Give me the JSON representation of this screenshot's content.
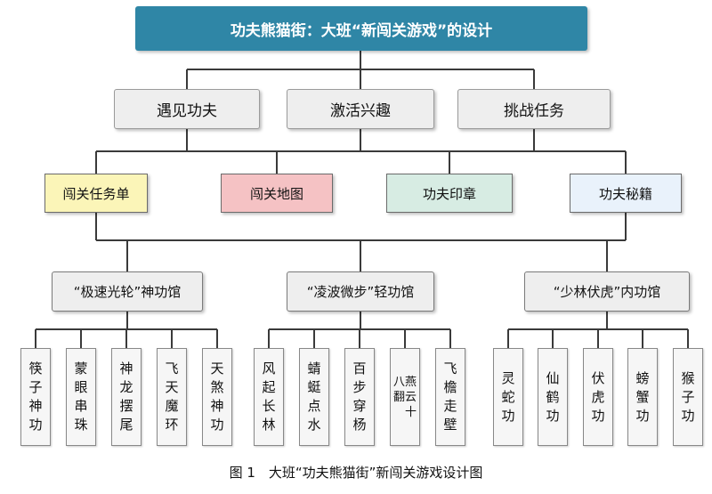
{
  "title": "功夫熊猫街：大班“新闯关游戏”的设计",
  "level1": [
    "遇见功夫",
    "激活兴趣",
    "挑战任务"
  ],
  "level2": [
    {
      "label": "闯关任务单",
      "color": "#fbf5b8"
    },
    {
      "label": "闯关地图",
      "color": "#f5c2c4"
    },
    {
      "label": "功夫印章",
      "color": "#d7ece3"
    },
    {
      "label": "功夫秘籍",
      "color": "#e9f2fb"
    }
  ],
  "level3": [
    "“极速光轮”神功馆",
    "“凌波微步”轻功馆",
    "“少林伏虎”内功馆"
  ],
  "groups": [
    [
      "筷子神功",
      "蒙眼串珠",
      "神龙摆尾",
      "飞天魔环",
      "天煞神功"
    ],
    [
      "风起长林",
      "蜻蜓点水",
      "百步穿杨",
      "燕云十八翻",
      "飞檐走壁"
    ],
    [
      "灵蛇功",
      "仙鹤功",
      "伏虎功",
      "螃蟹功",
      "猴子功"
    ]
  ],
  "caption": "图 1　大班“功夫熊猫街”新闯关游戏设计图"
}
